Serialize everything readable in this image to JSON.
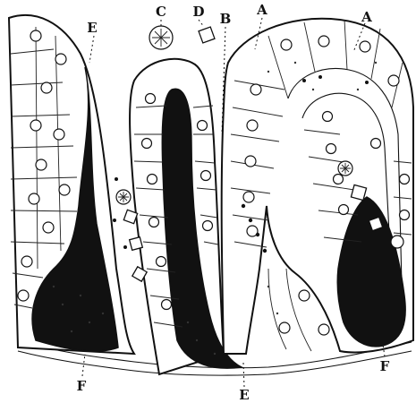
{
  "labels": {
    "A": "A",
    "B": "B",
    "C": "C",
    "D": "D",
    "E_top": "E",
    "E_bottom": "E",
    "F_left": "F",
    "F_right": "F"
  },
  "colors": {
    "ink": "#111111",
    "paper": "#ffffff"
  }
}
